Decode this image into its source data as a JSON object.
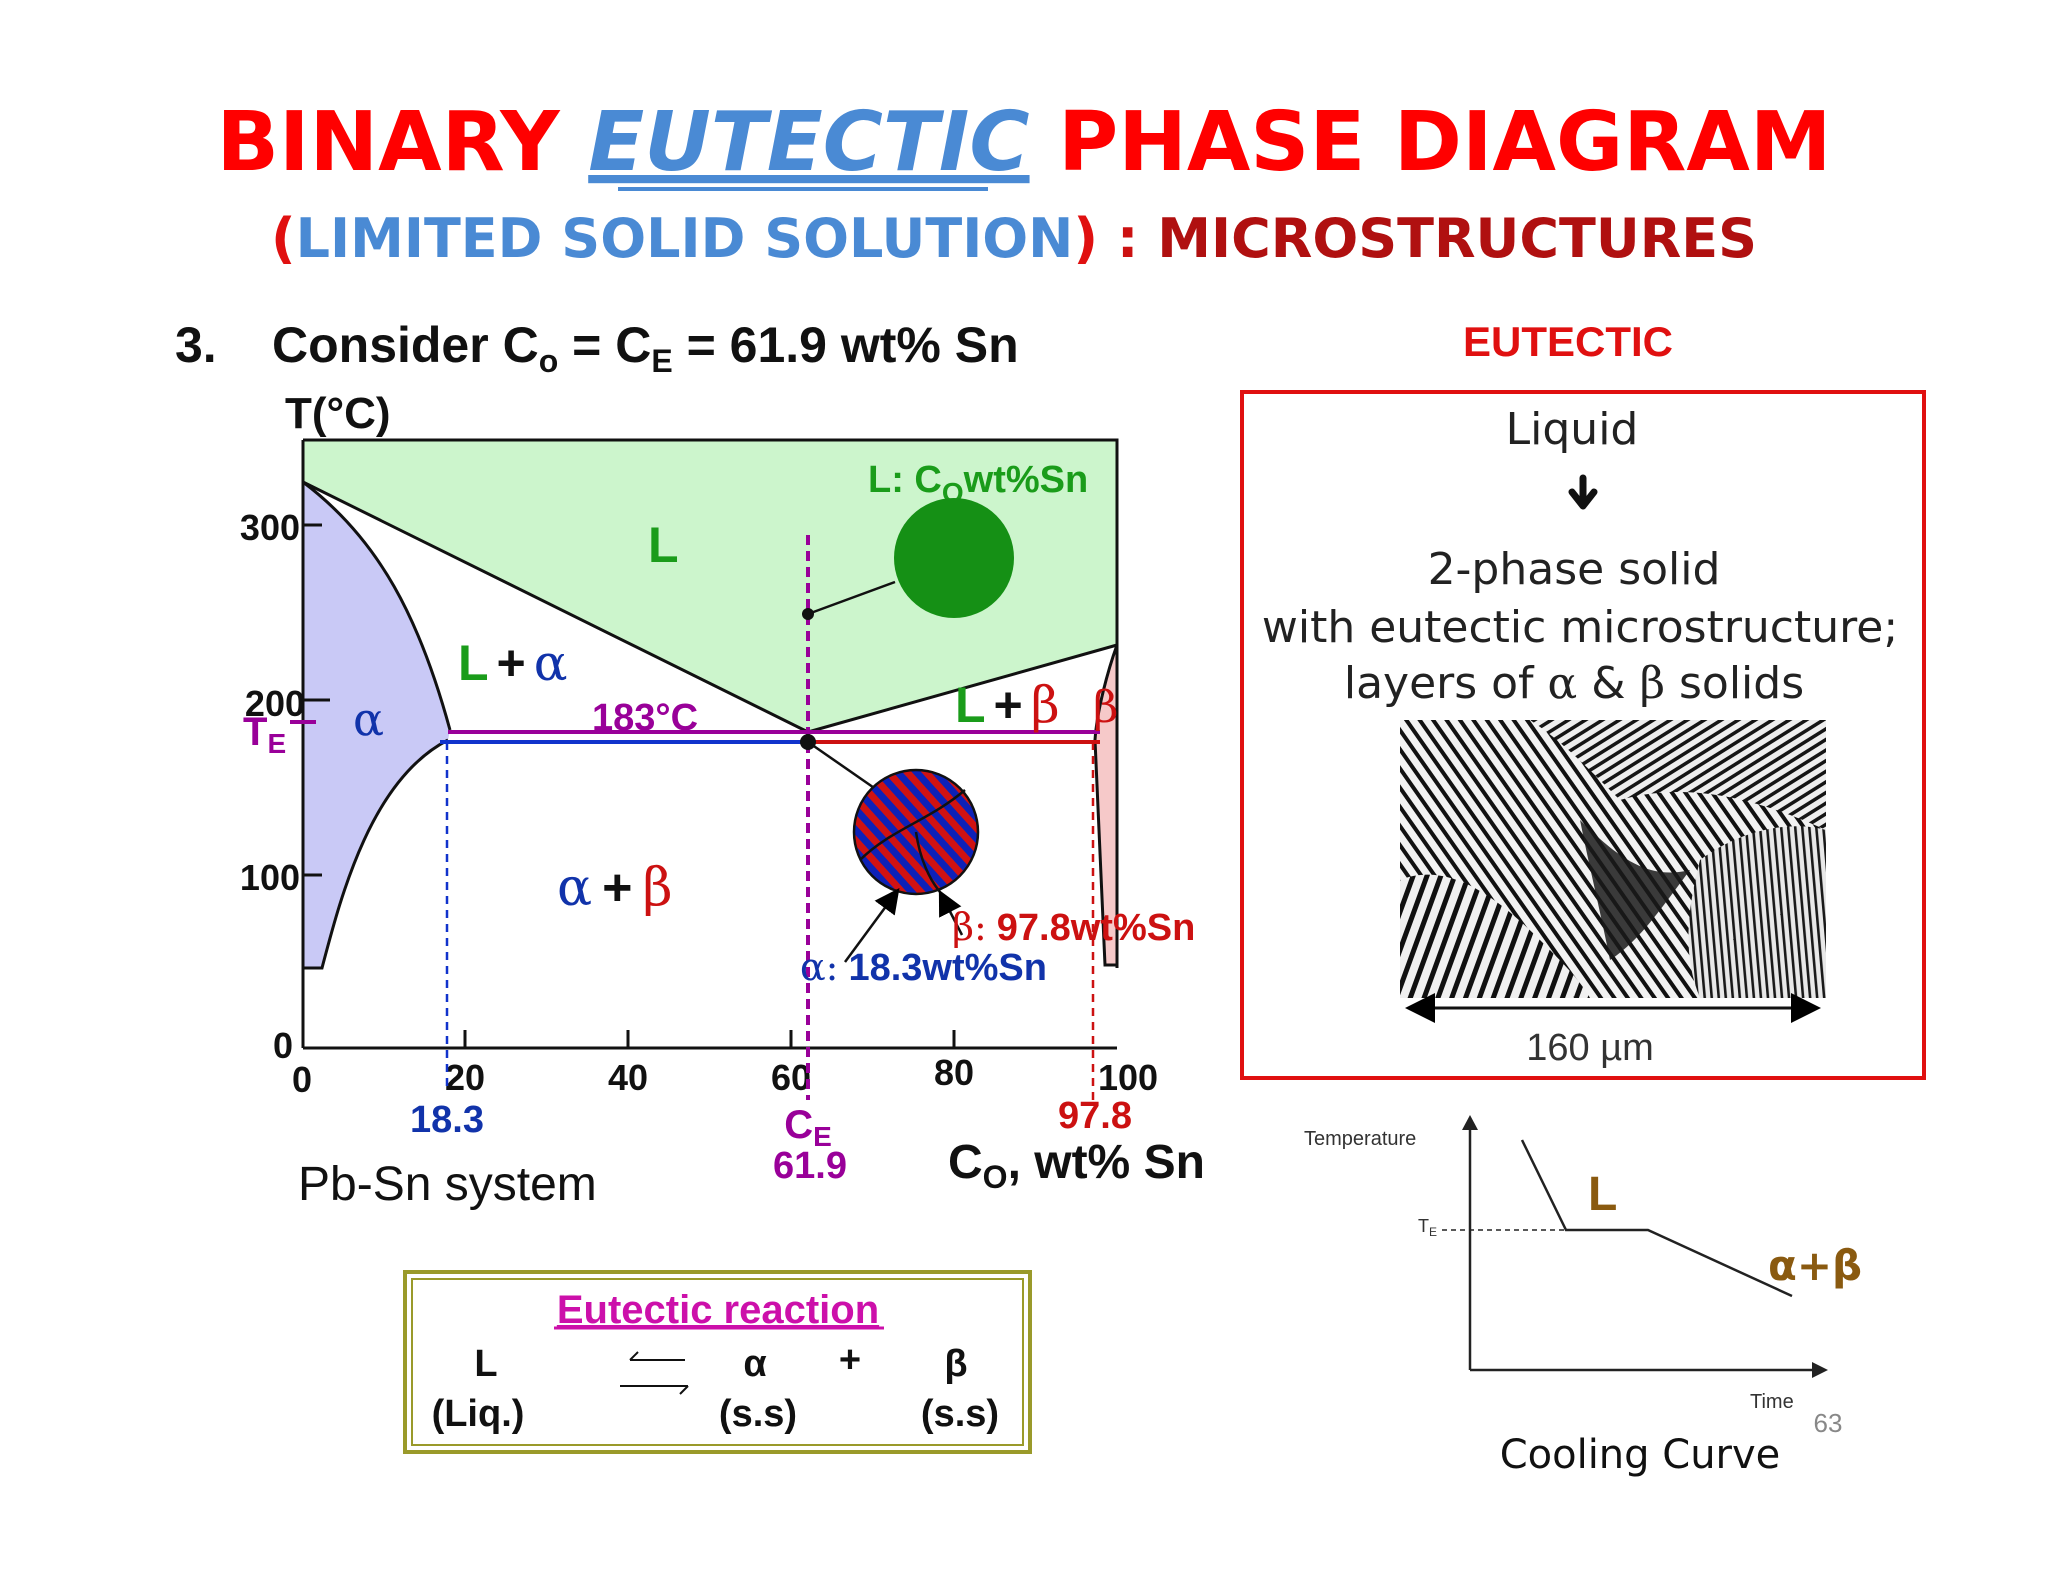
{
  "title": {
    "part1": "BINARY ",
    "part2": "EUTECTIC",
    "part3": " PHASE DIAGRAM",
    "subtitle_paren_open": "(",
    "subtitle_blue": "LIMITED SOLID SOLUTION",
    "subtitle_paren_close": ")",
    "subtitle_colon": " :  ",
    "subtitle_red": "MICROSTRUCTURES"
  },
  "consider": {
    "number": "3.",
    "text_a": "Consider C",
    "sub_o": "o",
    "text_b": " = C",
    "sub_e": "E",
    "text_c": " = 61.9 wt% Sn"
  },
  "diagram": {
    "y_axis_title": "T(°C)",
    "y_ticks": [
      "0",
      "100",
      "200",
      "300"
    ],
    "x_ticks": [
      "0",
      "20",
      "40",
      "60",
      "80",
      "100"
    ],
    "te_label": "T",
    "te_sub": "E",
    "eutectic_temp_label": "183°C",
    "region_L": "L",
    "region_L_alpha_L": "L",
    "region_L_alpha_plus": "+",
    "region_L_alpha_a": "α",
    "region_alpha": "α",
    "region_L_beta_L": "L",
    "region_L_beta_plus": "+",
    "region_L_beta_b": "β",
    "region_beta": "β",
    "region_ab_a": "α",
    "region_ab_plus": "+",
    "region_ab_b": "β",
    "liquid_label_a": "L:  C",
    "liquid_label_sub": "O",
    "liquid_label_b": "wt%Sn",
    "beta_comp_sym": "β:",
    "beta_comp_val": "97.8wt%Sn",
    "alpha_comp_sym": "α:",
    "alpha_comp_val": "18.3wt%Sn",
    "marker_18": "18.3",
    "marker_ce": "C",
    "marker_ce_sub": "E",
    "marker_619": "61.9",
    "marker_978": "97.8",
    "x_axis_title_a": "C",
    "x_axis_title_sub": "O",
    "x_axis_title_b": ", wt% Sn",
    "system_label": "Pb-Sn system",
    "colors": {
      "liquid": "#ccf5cc",
      "alpha": "#c9c9f6",
      "beta": "#f6c9c9",
      "purple": "#990099",
      "blue": "#1133aa",
      "red": "#cc1111",
      "green": "#1a9c1a"
    }
  },
  "eutectic_box": {
    "heading": "EUTECTIC",
    "liquid": "Liquid",
    "line1": "2-phase solid",
    "line2": "with eutectic microstructure;",
    "line3_a": "layers of ",
    "line3_alpha": "α",
    "line3_amp": " & ",
    "line3_beta": "β",
    "line3_b": " solids",
    "scale": "160 µm"
  },
  "reaction": {
    "title": "Eutectic reaction",
    "L": "L",
    "L_sub": "(Liq.)",
    "alpha": "α",
    "plus": "+",
    "beta": "β",
    "alpha_sub": "(s.s)",
    "beta_sub": "(s.s)"
  },
  "cooling": {
    "y_label": "Temperature",
    "te_label": "T",
    "te_sub": "E",
    "L_label": "L",
    "ab_label": "α+β",
    "x_label": "Time",
    "caption": "Cooling Curve"
  },
  "page_number": "63"
}
